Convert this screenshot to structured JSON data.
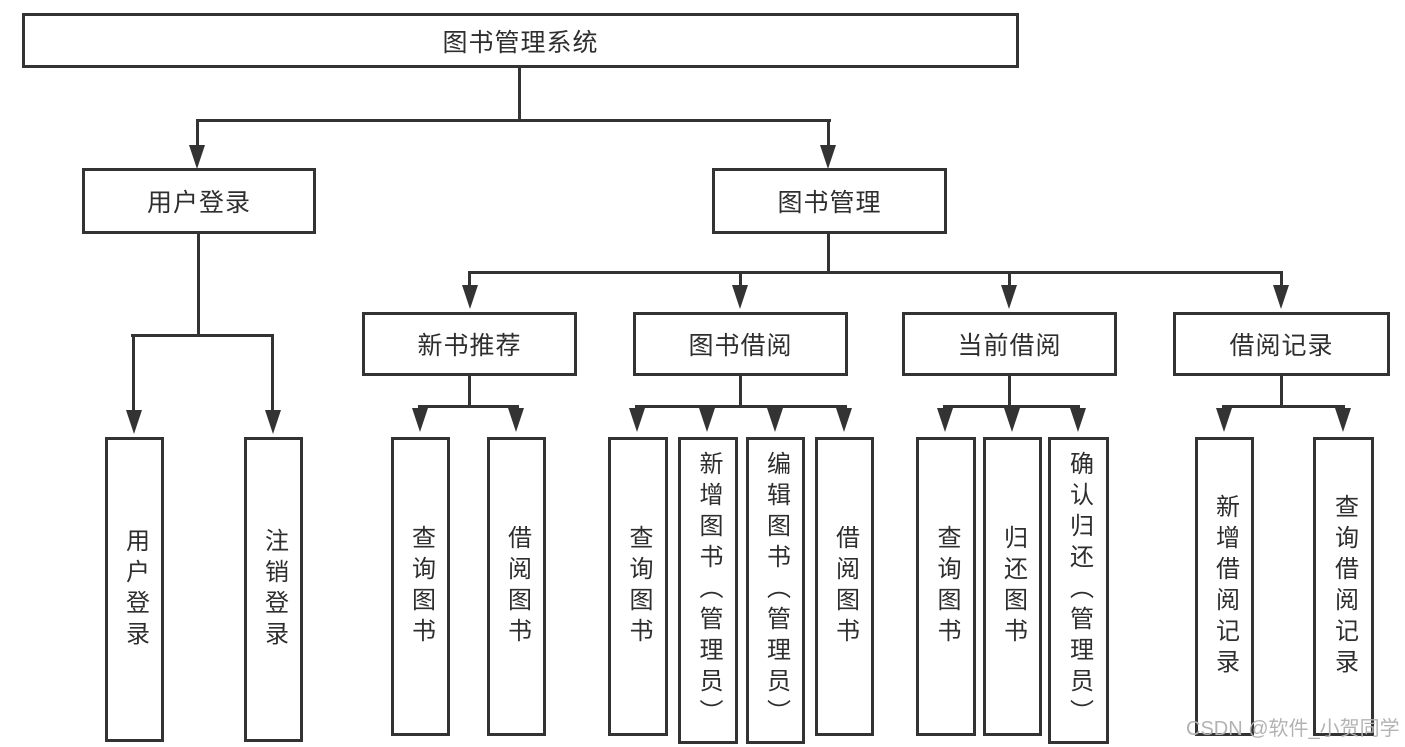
{
  "diagram": {
    "root_label": "图书管理系统",
    "level2": {
      "user_login": "用户登录",
      "book_mgmt": "图书管理"
    },
    "level3": {
      "new_books": "新书推荐",
      "book_borrow": "图书借阅",
      "current_borrow": "当前借阅",
      "borrow_records": "借阅记录"
    },
    "leaves": {
      "user_login_child": "用户登录",
      "user_logout": "注销登录",
      "rec_query": "查询图书",
      "rec_borrow": "借阅图书",
      "bor_query": "查询图书",
      "bor_add": "新增图书（管理员）",
      "bor_edit": "编辑图书（管理员）",
      "bor_borrow": "借阅图书",
      "cur_query": "查询图书",
      "cur_return": "归还图书",
      "cur_confirm": "确认归还（管理员）",
      "rcd_add": "新增借阅记录",
      "rcd_query": "查询借阅记录"
    },
    "watermark": "CSDN @软件_小贺同学",
    "colors": {
      "line": "#333333",
      "text": "#2e2e2e",
      "watermark": "#b3b3b3",
      "background": "#ffffff"
    }
  }
}
